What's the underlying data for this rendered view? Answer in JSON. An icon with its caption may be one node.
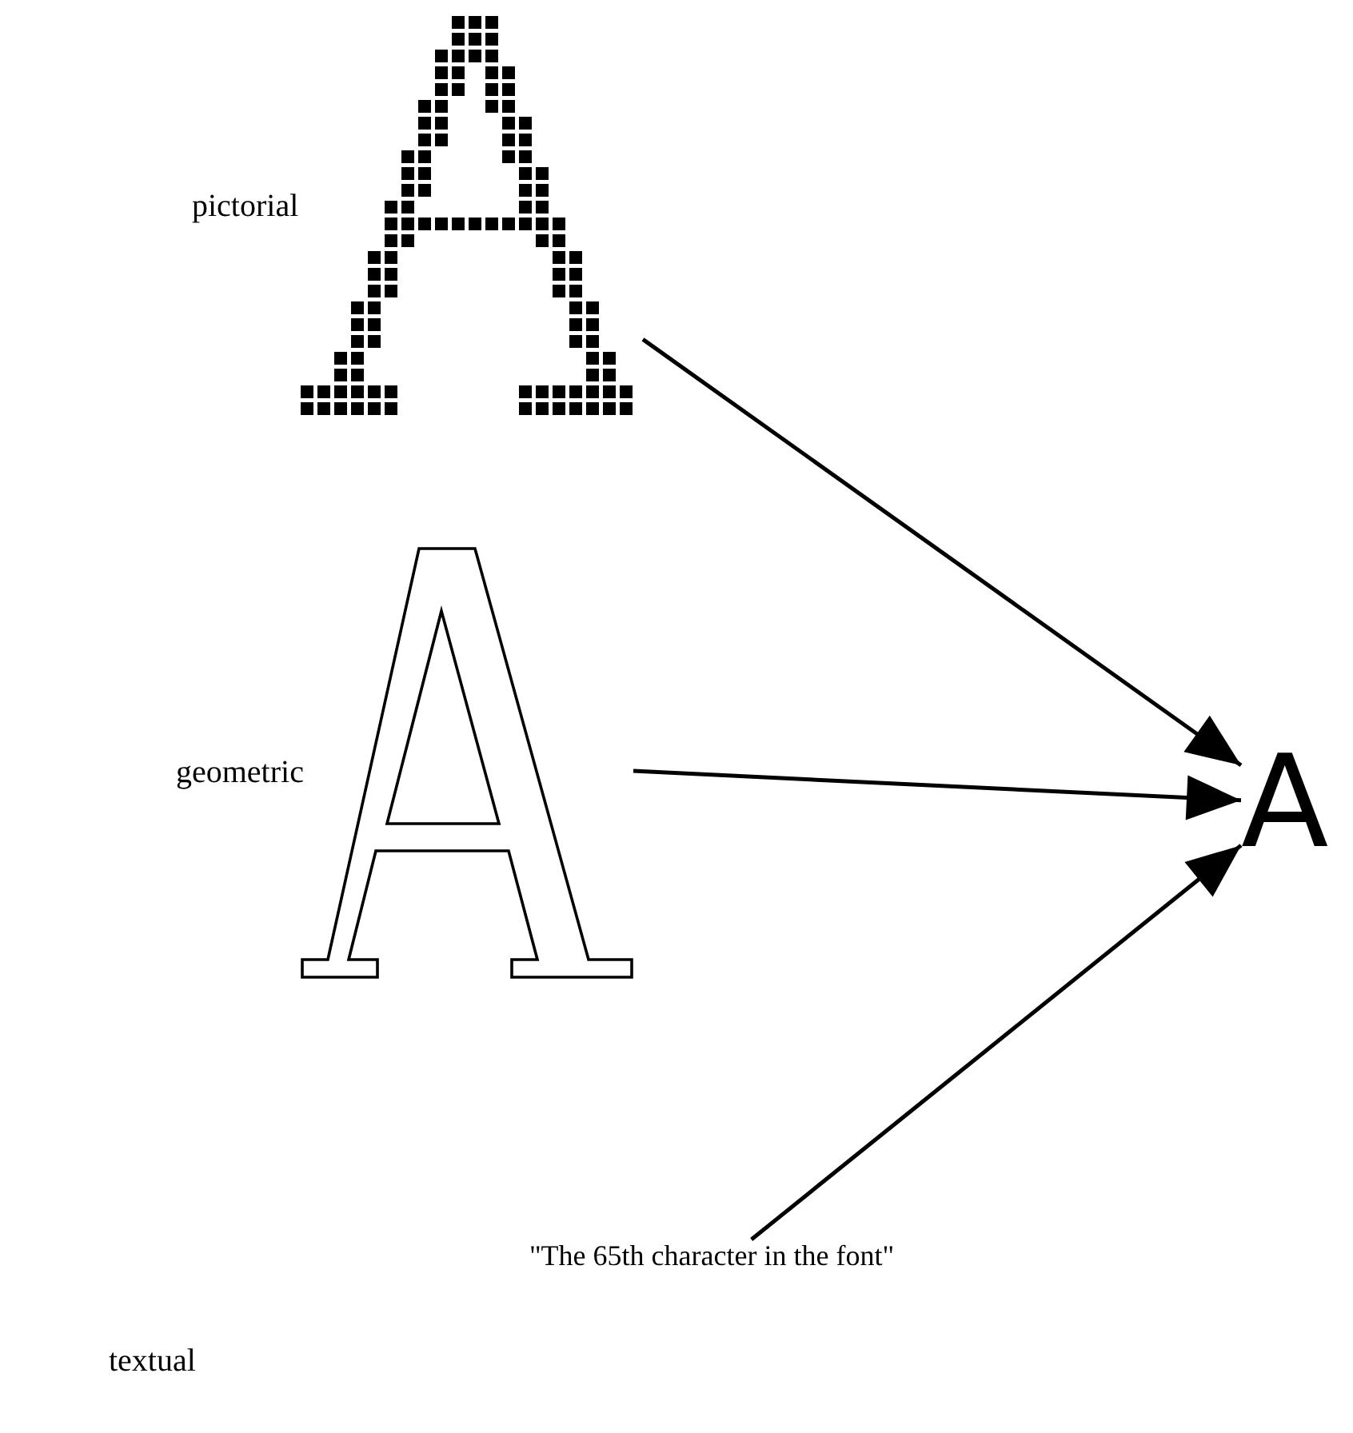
{
  "diagram": {
    "nodes": [
      {
        "text": [],
        "shape": "picture"
      },
      {
        "text": [],
        "shape": "picture"
      },
      {
        "text": [
          "\"The 65th character in the font\""
        ]
      },
      {
        "text": [
          "A"
        ]
      }
    ],
    "edges": [
      {
        "from": 0,
        "to": 3,
        "arrow": "to"
      },
      {
        "from": 1,
        "to": 3,
        "arrow": "to"
      },
      {
        "from": 2,
        "to": 3,
        "arrow": "to"
      }
    ],
    "labels": [
      "pictorial",
      "geometric",
      "textual"
    ]
  }
}
